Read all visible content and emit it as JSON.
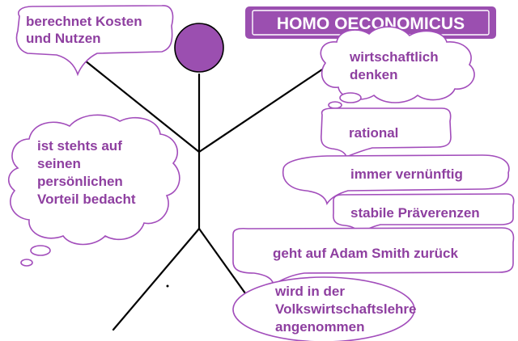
{
  "title": "HOMO OECONOMICUS",
  "colors": {
    "accent": "#8e3fa0",
    "head": "#9b4fb0",
    "outline": "#a24dbb",
    "figure": "#000000"
  },
  "bubbles": {
    "kosten": [
      "berechnet Kosten",
      "und Nutzen"
    ],
    "denken": [
      "wirtschaftlich",
      "denken"
    ],
    "vorteil": [
      "ist stehts auf",
      "seinen",
      "persönlichen",
      "Vorteil bedacht"
    ],
    "rational": "rational",
    "vernuenftig": "immer vernünftig",
    "praeferenzen": "stabile Präverenzen",
    "smith": "geht auf Adam Smith zurück",
    "angenommen": [
      "wird in der",
      "Volkswirtschaftslehre",
      "angenommen"
    ]
  }
}
